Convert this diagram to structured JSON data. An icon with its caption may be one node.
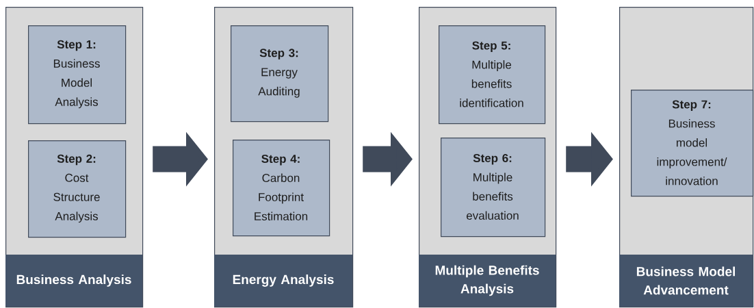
{
  "diagram": {
    "nodes": [
      {
        "text": [
          "Business Analysis"
        ]
      },
      {
        "text": [
          "Step 1:",
          "Business Model Analysis"
        ],
        "in": 0
      },
      {
        "text": [
          "Step 2:",
          "Cost Structure Analysis"
        ],
        "in": 0
      },
      {
        "text": [
          "Energy Analysis"
        ]
      },
      {
        "text": [
          "Step 3:",
          "Energy Auditing"
        ],
        "in": 3
      },
      {
        "text": [
          "Step 4:",
          "Carbon Footprint Estimation"
        ],
        "in": 3
      },
      {
        "text": [
          "Multiple Benefits Analysis"
        ]
      },
      {
        "text": [
          "Step 5:",
          "Multiple benefits identification"
        ],
        "in": 6
      },
      {
        "text": [
          "Step 6:",
          "Multiple benefits evaluation"
        ],
        "in": 6
      },
      {
        "text": [
          "Business Model Advancement"
        ]
      },
      {
        "text": [
          "Step 7:",
          "Business model improvement/ innovation"
        ],
        "in": 9
      }
    ],
    "edges": [
      {
        "from": 0,
        "to": 3,
        "arrow": "to"
      },
      {
        "from": 3,
        "to": 6,
        "arrow": "to"
      },
      {
        "from": 6,
        "to": 9,
        "arrow": "to"
      }
    ]
  }
}
